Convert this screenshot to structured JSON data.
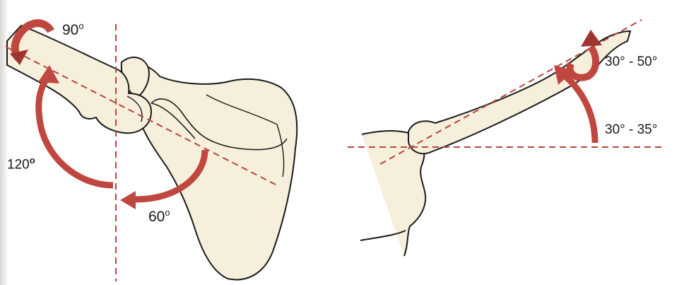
{
  "left_figure": {
    "labels": {
      "rotation": "90",
      "elevation": "120",
      "scapular_rotation": "60"
    }
  },
  "right_figure": {
    "labels": {
      "clavicle_rotation": "30° - 50°",
      "clavicle_elevation": "30° - 35°"
    }
  },
  "colors": {
    "bone_fill": "#f6efdc",
    "outline": "#1a1a1a",
    "guide_line": "#b5473e",
    "arrow": "#c0473f",
    "arrow_dark": "#9e3531"
  }
}
